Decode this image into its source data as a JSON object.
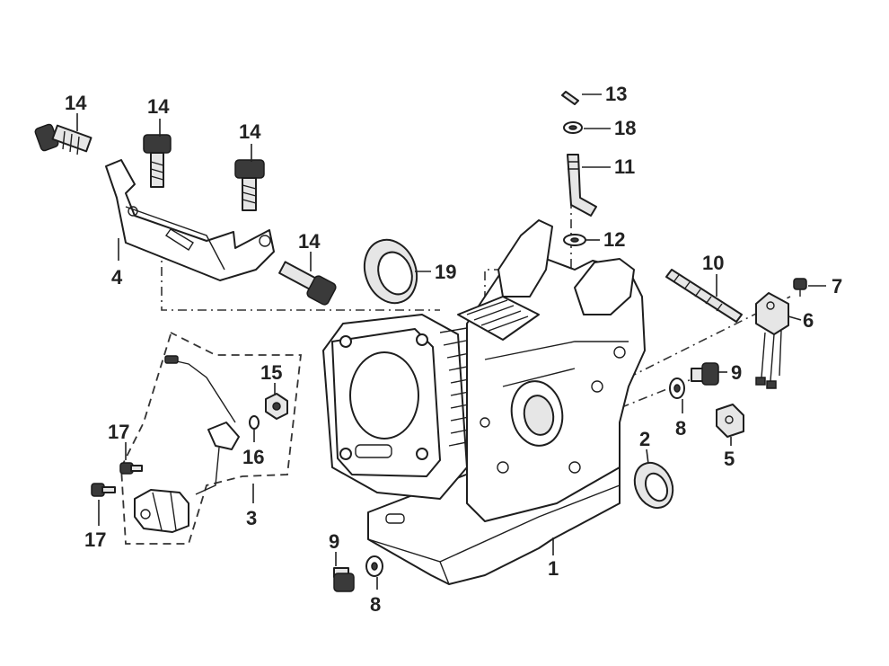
{
  "callouts": {
    "c14a": "14",
    "c14b": "14",
    "c14c": "14",
    "c14d": "14",
    "c4": "4",
    "c13": "13",
    "c18": "18",
    "c11": "11",
    "c12": "12",
    "c19": "19",
    "c10": "10",
    "c7": "7",
    "c6": "6",
    "c9a": "9",
    "c8a": "8",
    "c5": "5",
    "c2": "2",
    "c15": "15",
    "c16": "16",
    "c17a": "17",
    "c17b": "17",
    "c3": "3",
    "c9b": "9",
    "c8b": "8",
    "c1": "1"
  }
}
